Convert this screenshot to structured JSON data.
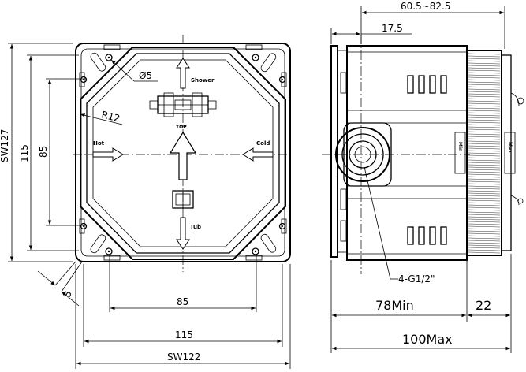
{
  "front_view": {
    "labels": {
      "shower": "Shower",
      "top": "TOP",
      "hot": "Hot",
      "cold": "Cold",
      "tub": "Tub"
    },
    "dims": {
      "hole": "Ø5",
      "radius": "R12",
      "sw127": "SW127",
      "h115": "115",
      "h85": "85",
      "five": "5",
      "w85": "85",
      "w115": "115",
      "sw122": "SW122"
    }
  },
  "side_view": {
    "labels": {
      "min": "Min",
      "max": "Max"
    },
    "dims": {
      "range": "60.5~82.5",
      "d17": "17.5",
      "thread": "4-G1/2\"",
      "min78": "78Min",
      "d22": "22",
      "max100": "100Max"
    }
  }
}
